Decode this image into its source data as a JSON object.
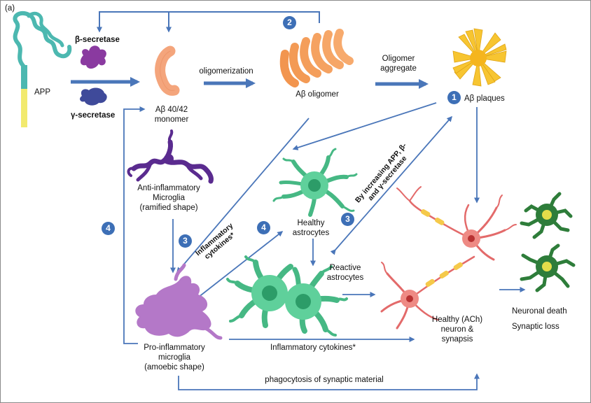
{
  "panel_label": "(a)",
  "colors": {
    "arrow": "#4a76b9",
    "badge": "#3d6fb6",
    "amyloid_orange": "#f4a57c",
    "plaque_yellow": "#f7c531",
    "app_teal": "#4cb8b0",
    "app_yellow": "#f2ea6e",
    "secretase_purple": "#8a3aa0",
    "secretase_navy": "#3f4a9a",
    "microglia_dark": "#5a2b8f",
    "microglia_pro": "#b478c8",
    "astrocyte_green": "#4cc48a",
    "neuron_red": "#e36a6a",
    "dead_neuron_green": "#2e7d3a"
  },
  "labels": {
    "app": "APP",
    "beta_secretase": "β-secretase",
    "gamma_secretase": "γ-secretase",
    "monomer": [
      "Aβ 40/42",
      "monomer"
    ],
    "oligomerization": "oligomerization",
    "oligomer": "Aβ oligomer",
    "oligomer_aggregate": [
      "Oligomer",
      "aggregate"
    ],
    "plaques": "Aβ plaques",
    "anti_microglia": [
      "Anti-inflammatory",
      "Microglia",
      "(ramified shape)"
    ],
    "healthy_astrocytes": [
      "Healthy",
      "astrocytes"
    ],
    "reactive_astrocytes": [
      "Reactive",
      "astrocytes"
    ],
    "inflammatory_cytokines_rot": [
      "Inflammatory",
      "cytokines*"
    ],
    "increasing_app_rot": [
      "By increasing APP, β-",
      "and γ-secretase"
    ],
    "pro_microglia": [
      "Pro-inflammatory",
      "microglia",
      "(amoebic shape)"
    ],
    "inflammatory_cytokines": "Inflammatory cytokines*",
    "healthy_neuron": [
      "Healthy (ACh)",
      "neuron &",
      "synapsis"
    ],
    "neuronal_death": "Neuronal death",
    "synaptic_loss": "Synaptic loss",
    "phagocytosis": "phagocytosis of synaptic material"
  },
  "badges": {
    "top": "2",
    "plaques": "1",
    "left": "4",
    "microglia_down": "3",
    "cytokines": "4",
    "secretase": "3"
  },
  "icons": [
    "app-icon",
    "beta-secretase-icon",
    "gamma-secretase-icon",
    "monomer-icon",
    "oligomer-icon",
    "plaque-icon",
    "anti-inflammatory-microglia-icon",
    "healthy-astrocyte-icon",
    "reactive-astrocyte-icon",
    "pro-inflammatory-microglia-icon",
    "healthy-neuron-icon",
    "dead-neuron-icon"
  ]
}
